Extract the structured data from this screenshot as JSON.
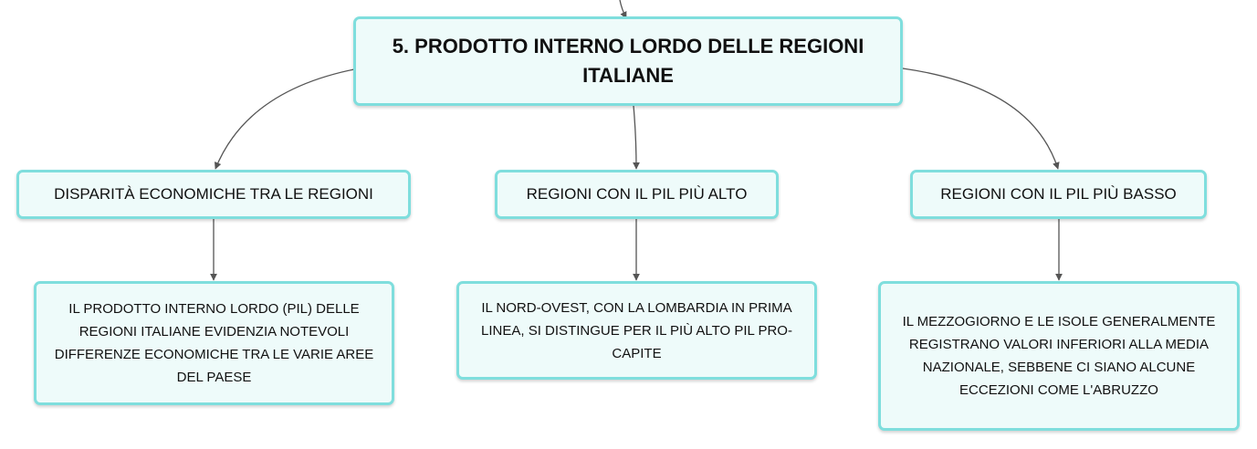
{
  "map": {
    "root": {
      "title": "5. PRODOTTO INTERNO LORDO DELLE REGIONI ITALIANE"
    },
    "branches": [
      {
        "label": "DISPARITÀ ECONOMICHE TRA LE REGIONI",
        "detail": "IL PRODOTTO INTERNO LORDO (PIL) DELLE REGIONI ITALIANE EVIDENZIA NOTEVOLI DIFFERENZE ECONOMICHE TRA LE VARIE AREE DEL PAESE"
      },
      {
        "label": "REGIONI CON IL PIL PIÙ ALTO",
        "detail": "IL NORD-OVEST, CON LA LOMBARDIA IN PRIMA LINEA, SI DISTINGUE PER IL PIÙ ALTO PIL PRO-CAPITE"
      },
      {
        "label": "REGIONI CON IL PIL PIÙ BASSO",
        "detail": "IL MEZZOGIORNO E LE ISOLE GENERALMENTE REGISTRANO VALORI INFERIORI ALLA MEDIA NAZIONALE, SEBBENE CI SIANO ALCUNE ECCEZIONI COME L'ABRUZZO"
      }
    ]
  },
  "colors": {
    "node_fill": "#eefbfa",
    "node_border": "#7fdedd",
    "connector": "#555555",
    "text": "#111111"
  }
}
